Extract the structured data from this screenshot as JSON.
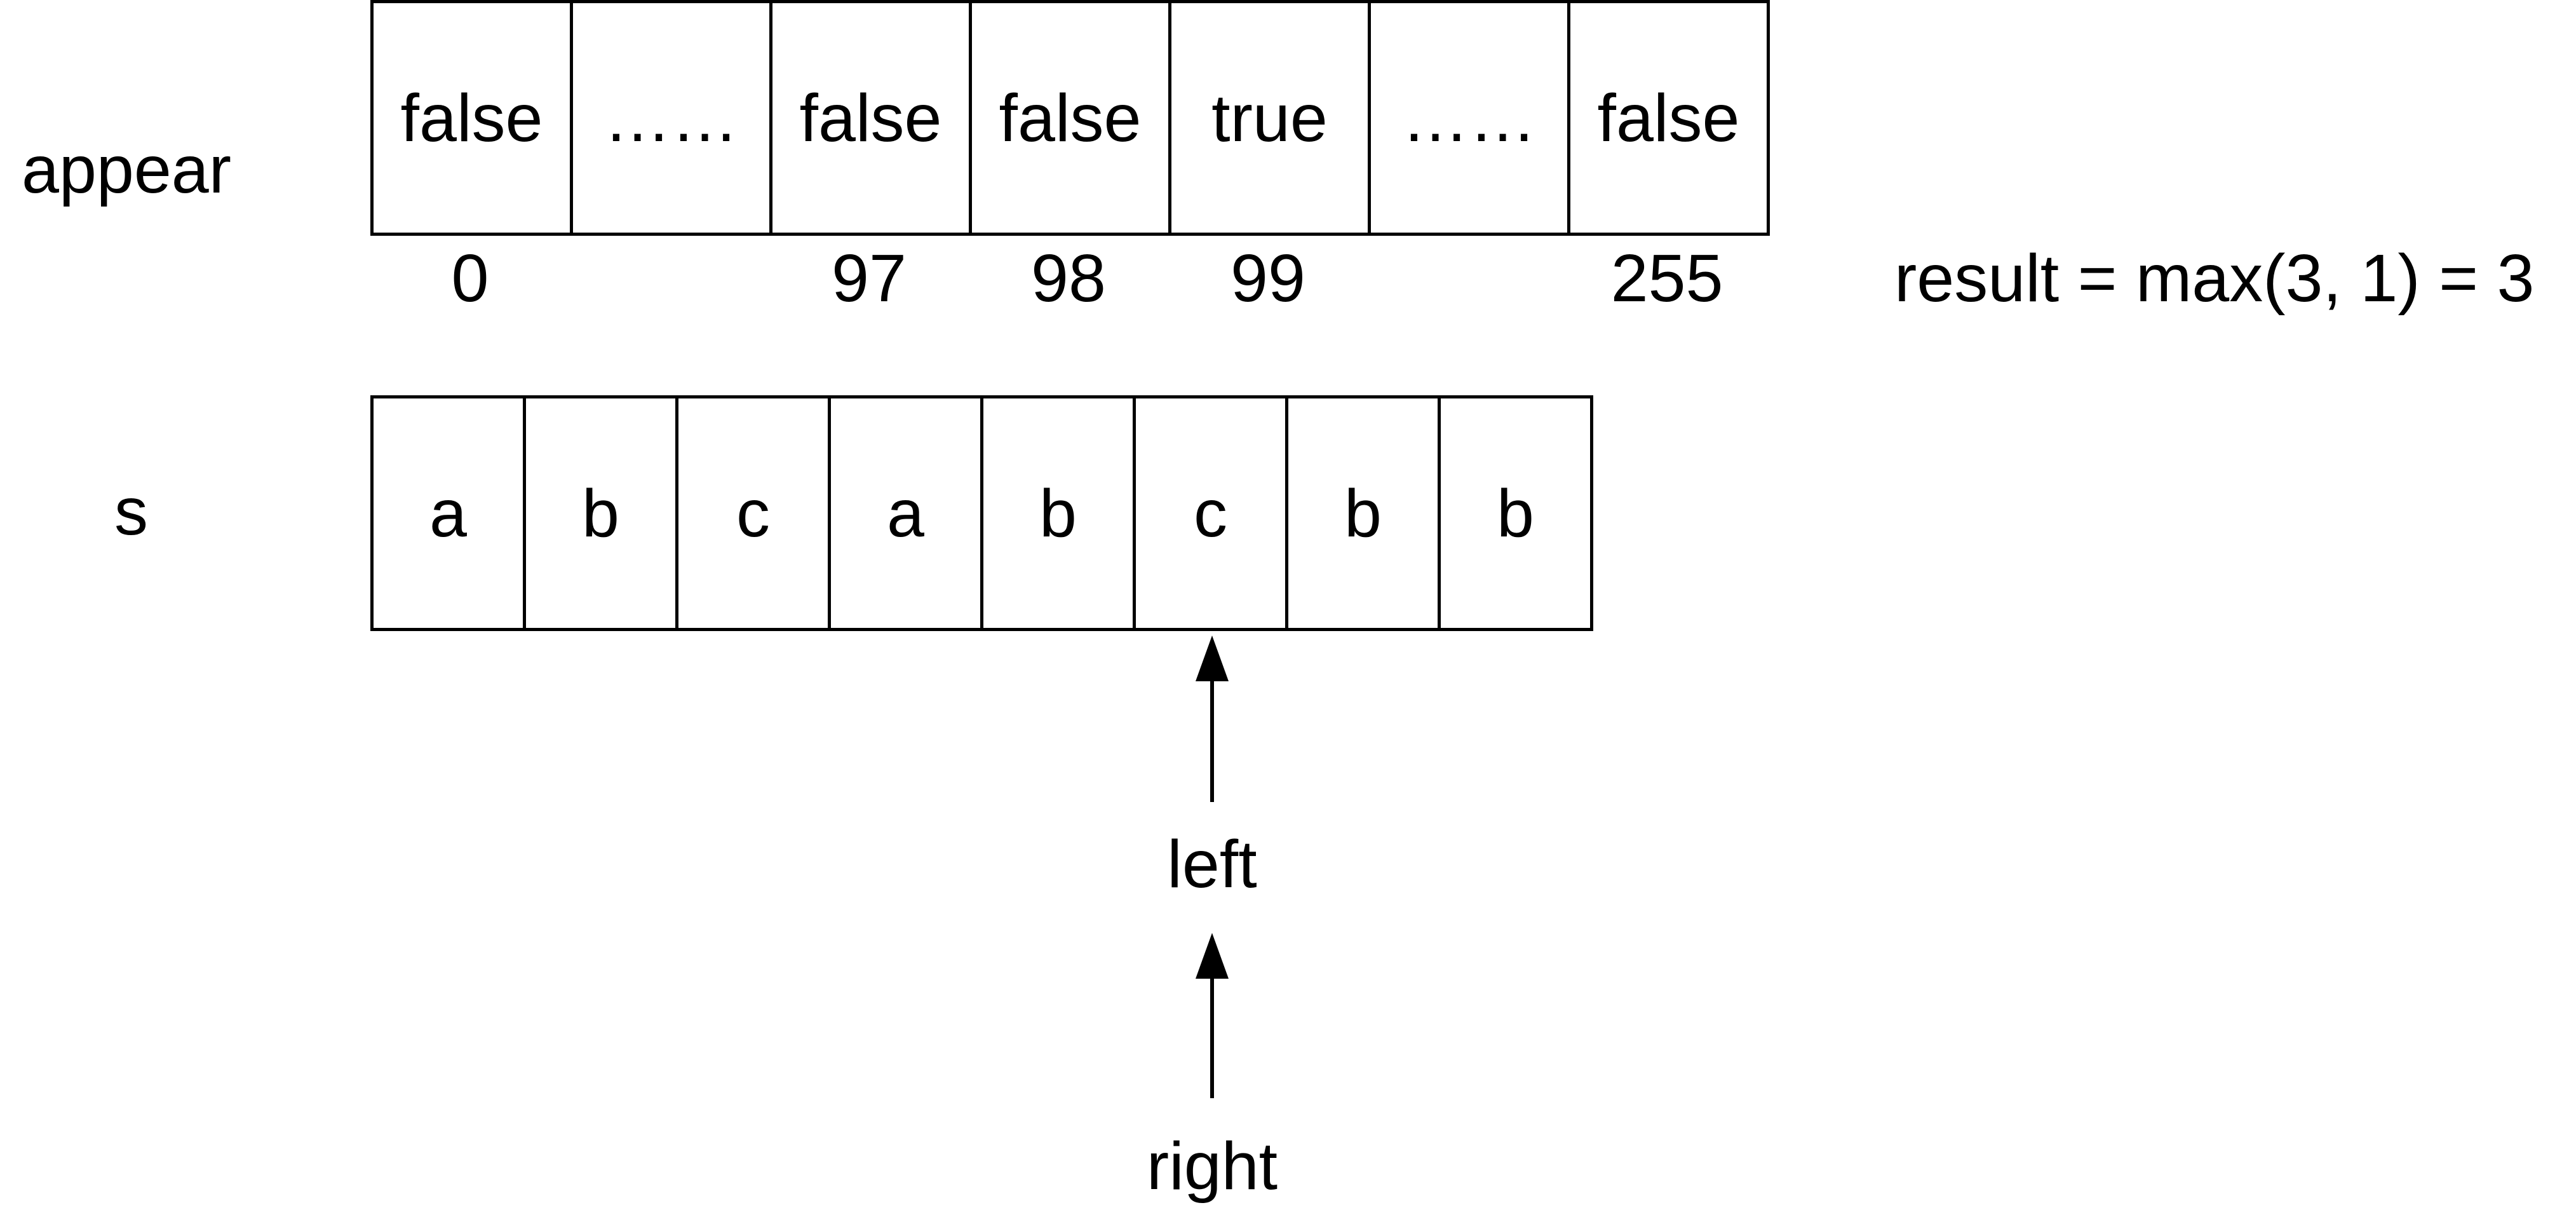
{
  "appear": {
    "label": "appear",
    "cells": [
      "false",
      "……",
      "false",
      "false",
      "true",
      "……",
      "false"
    ],
    "indices": [
      "0",
      "",
      "97",
      "98",
      "99",
      "",
      "255"
    ]
  },
  "result": {
    "text": "result = max(3, 1) = 3"
  },
  "s": {
    "label": "s",
    "cells": [
      "a",
      "b",
      "c",
      "a",
      "b",
      "c",
      "b",
      "b"
    ]
  },
  "pointers": {
    "left": "left",
    "right": "right"
  }
}
